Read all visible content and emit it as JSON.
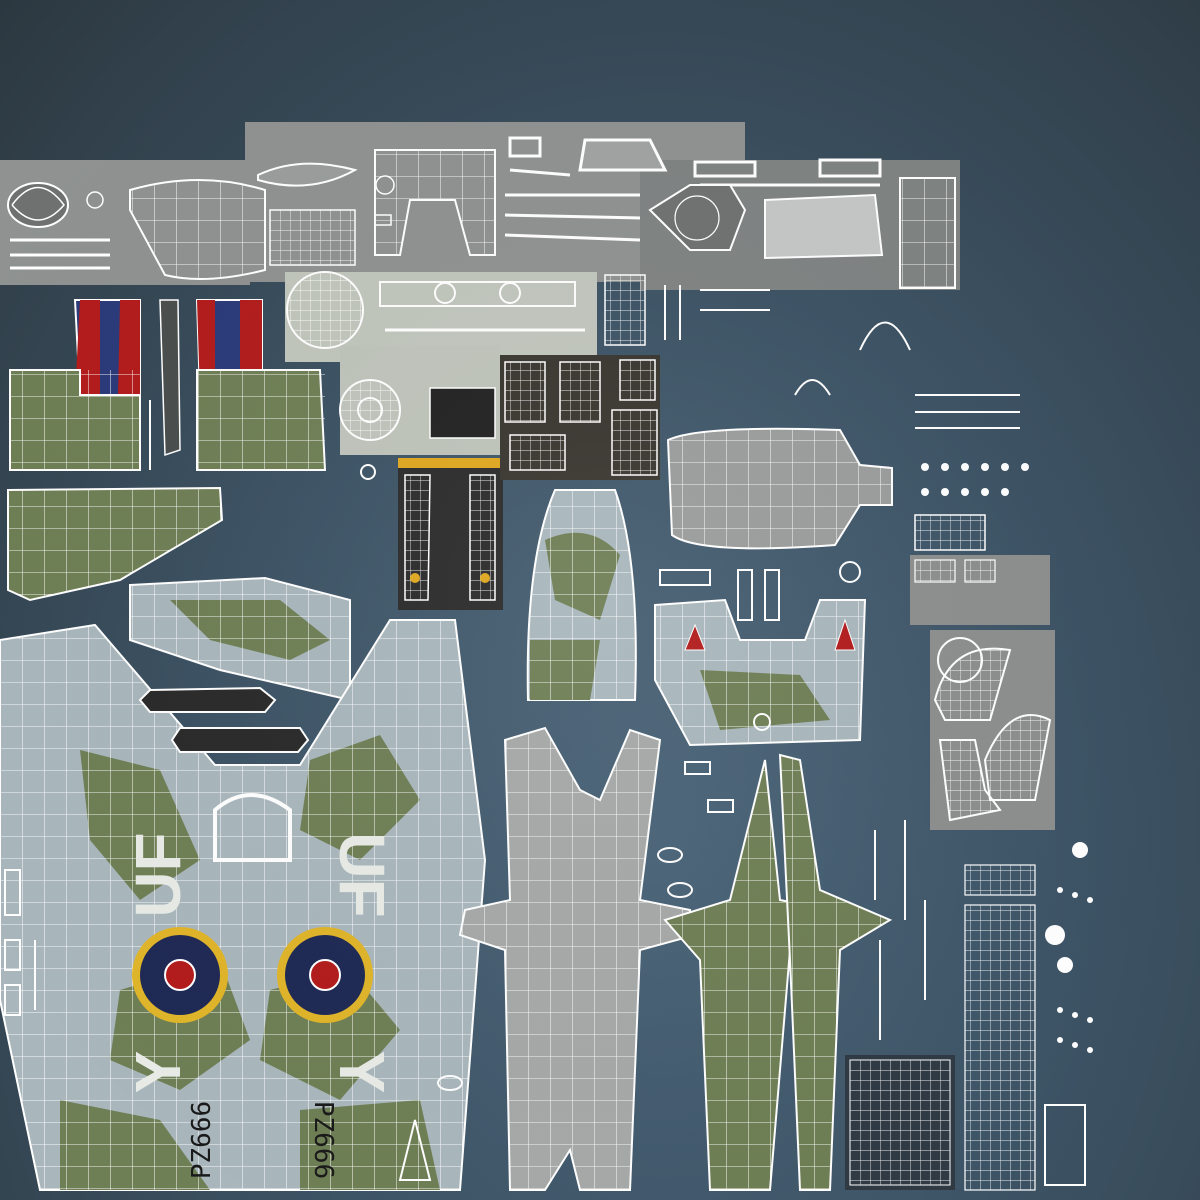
{
  "texture": {
    "colors": {
      "background": "#3d5466",
      "wire": "#ffffff",
      "camo_green": "#6f7f55",
      "sky_grey": "#a9b7bd",
      "metal_grey": "#8c8f8e",
      "panel_light": "#bfc4bb",
      "roundel_blue": "#1f2a55",
      "roundel_red": "#b31c1c",
      "roundel_yellow": "#e0b52a",
      "stripe_yellow": "#e0a820"
    },
    "markings": {
      "left_code": "UF",
      "left_letter": "Y",
      "left_serial": "PZ666",
      "right_code": "UF",
      "right_letter": "Y",
      "right_serial": "PZ666"
    }
  }
}
